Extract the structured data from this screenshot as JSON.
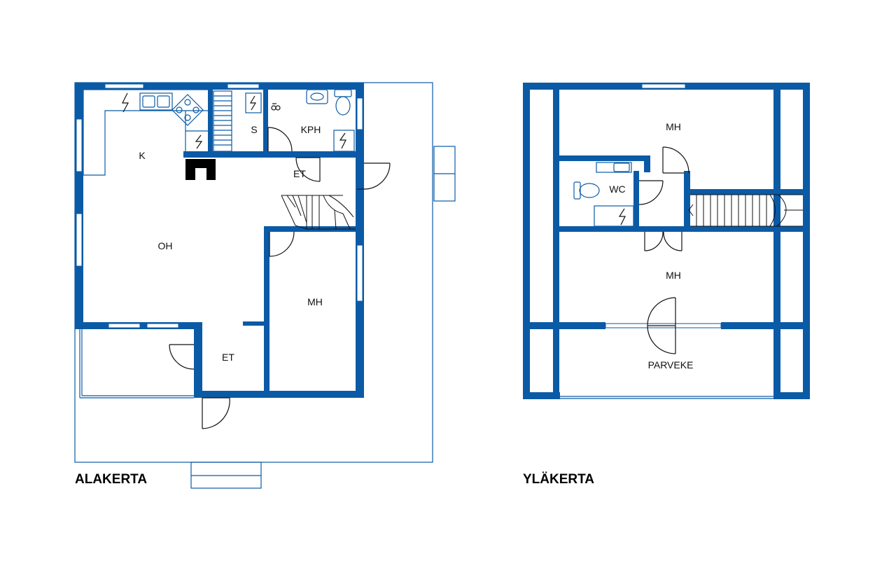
{
  "floors": {
    "lower": {
      "label": "ALAKERTA",
      "rooms": {
        "kitchen": "K",
        "sauna": "S",
        "bathroom": "KPH",
        "hall_upper": "ET",
        "living": "OH",
        "bedroom": "MH",
        "hall_lower": "ET"
      }
    },
    "upper": {
      "label": "YLÄKERTA",
      "rooms": {
        "bedroom_top": "MH",
        "wc": "WC",
        "bedroom_middle": "MH",
        "balcony": "PARVEKE"
      }
    }
  },
  "colors": {
    "wall": "#0b5aa6",
    "fixture": "#0b5aa6",
    "door": "#111111",
    "label": "#111111"
  },
  "icons": [
    "sink-icon",
    "toilet-icon",
    "stove-icon",
    "electric-heater-icon",
    "fireplace-icon",
    "shower-icon"
  ]
}
